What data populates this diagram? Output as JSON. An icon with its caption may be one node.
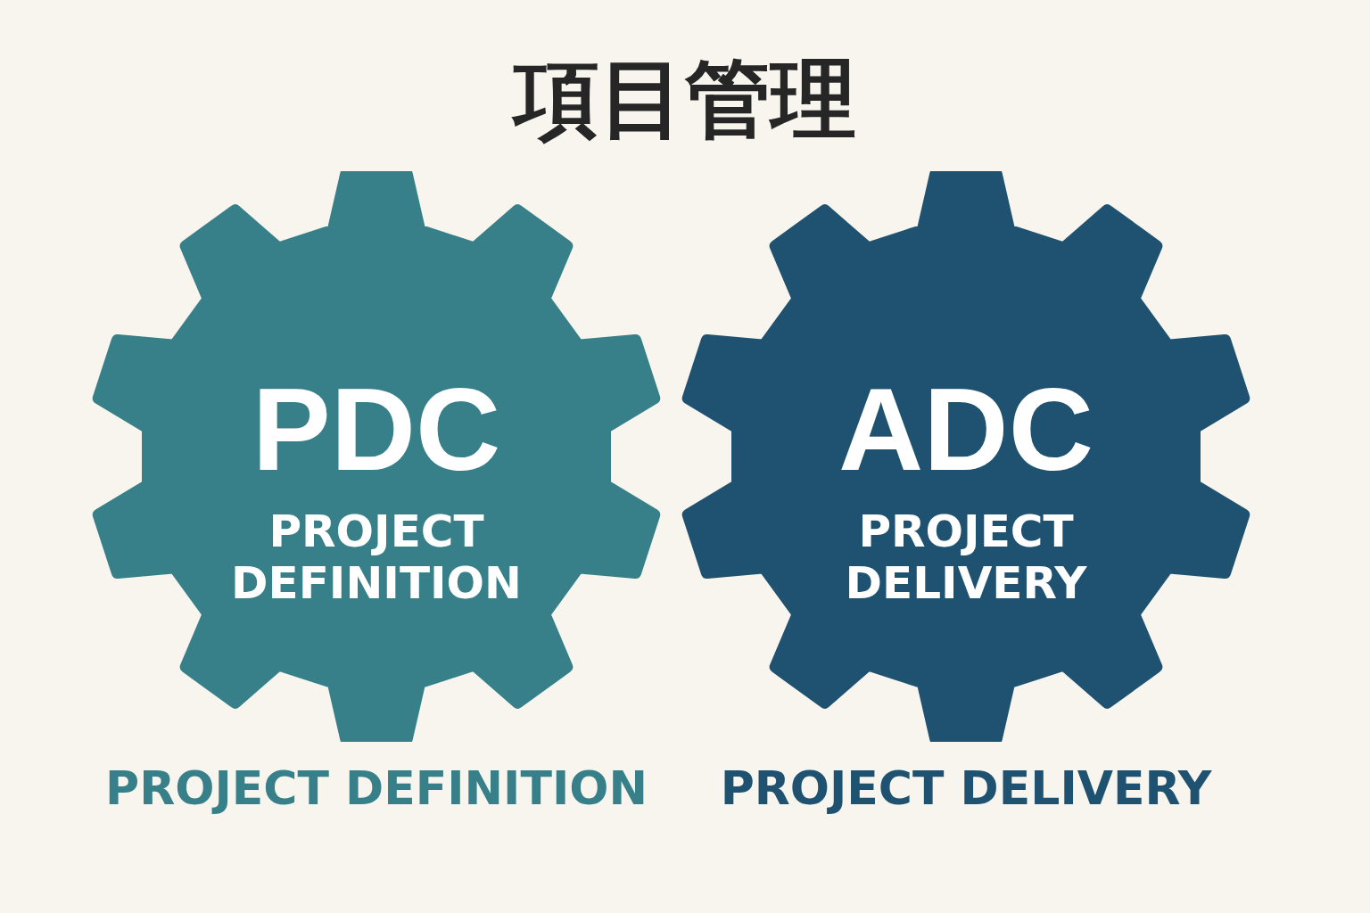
{
  "diagram": {
    "title": "項目管理",
    "nodes": [
      {
        "text": [
          "PDC",
          "PROJECT DEFINITION"
        ],
        "beside": [
          "PROJECT DEFINITION"
        ]
      },
      {
        "text": [
          "ADC",
          "PROJECT DELIVERY"
        ],
        "beside": [
          "PROJECT DELIVERY"
        ]
      }
    ]
  }
}
